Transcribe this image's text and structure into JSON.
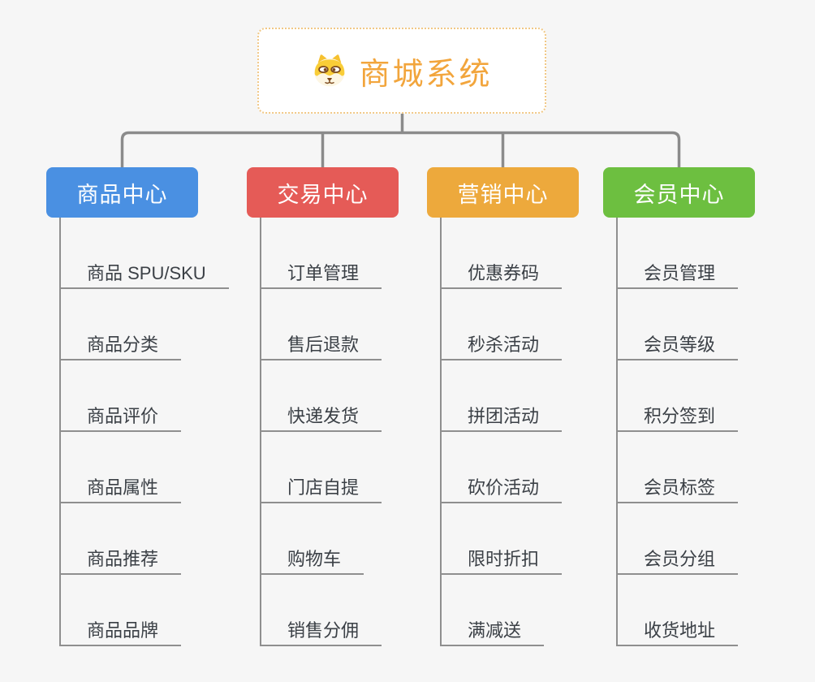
{
  "root": {
    "title": "商城系统",
    "icon": "doge-icon"
  },
  "branches": [
    {
      "id": "product-center",
      "label": "商品中心",
      "color": "#4A90E2",
      "items": [
        "商品 SPU/SKU",
        "商品分类",
        "商品评价",
        "商品属性",
        "商品推荐",
        "商品品牌"
      ]
    },
    {
      "id": "trade-center",
      "label": "交易中心",
      "color": "#E55B57",
      "items": [
        "订单管理",
        "售后退款",
        "快递发货",
        "门店自提",
        "购物车",
        "销售分佣"
      ]
    },
    {
      "id": "marketing-center",
      "label": "营销中心",
      "color": "#EDA93C",
      "items": [
        "优惠券码",
        "秒杀活动",
        "拼团活动",
        "砍价活动",
        "限时折扣",
        "满减送"
      ]
    },
    {
      "id": "member-center",
      "label": "会员中心",
      "color": "#6DBF40",
      "items": [
        "会员管理",
        "会员等级",
        "积分签到",
        "会员标签",
        "会员分组",
        "收货地址"
      ]
    }
  ],
  "colors": {
    "background": "#F6F6F6",
    "connector": "#8B8B8B",
    "child_line": "#8F8F8F",
    "item_text": "#3B4046",
    "root_title": "#F2A53C",
    "root_border": "#F1C886",
    "root_background": "#FFFFFF",
    "header_text": "#FFFFFF"
  }
}
